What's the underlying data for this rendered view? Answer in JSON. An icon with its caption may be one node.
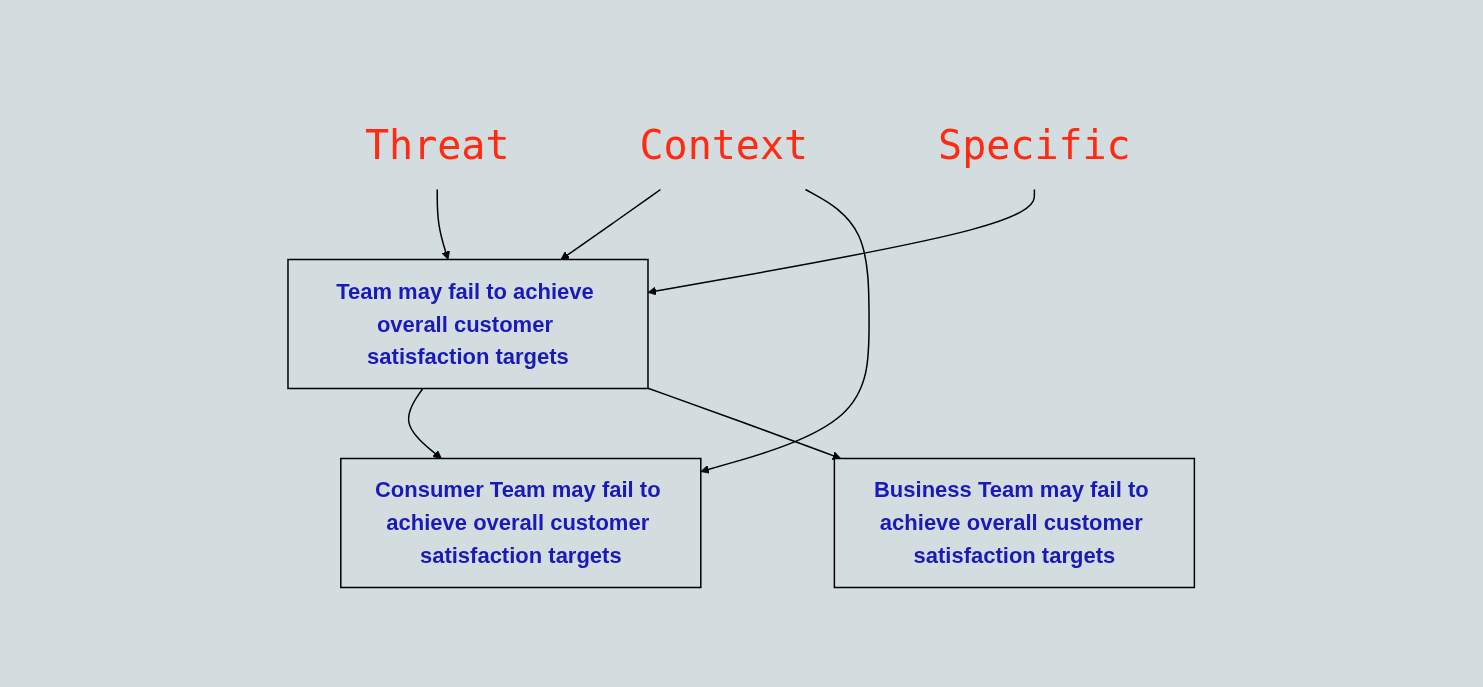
{
  "diagram": {
    "nodes": [
      {
        "text": [
          "Team may fail to achieve overall customer satisfaction targets"
        ]
      },
      {
        "text": [
          "Consumer Team may fail to achieve overall customer satisfaction targets"
        ]
      },
      {
        "text": [
          "Business Team may fail to achieve overall customer satisfaction targets"
        ]
      },
      {
        "text": [
          "Context"
        ]
      },
      {
        "text": [
          "Threat"
        ]
      },
      {
        "text": [
          "Specific"
        ]
      }
    ],
    "edges": [
      {
        "from": 0,
        "to": 1,
        "arrow": "to"
      },
      {
        "from": 0,
        "to": 2,
        "arrow": "to"
      },
      {
        "from": 3,
        "to": 0,
        "arrow": "to"
      },
      {
        "from": 3,
        "to": 1,
        "arrow": "to"
      },
      {
        "from": 4,
        "to": 0,
        "arrow": "to"
      },
      {
        "from": 5,
        "to": 0,
        "arrow": "to"
      }
    ]
  }
}
